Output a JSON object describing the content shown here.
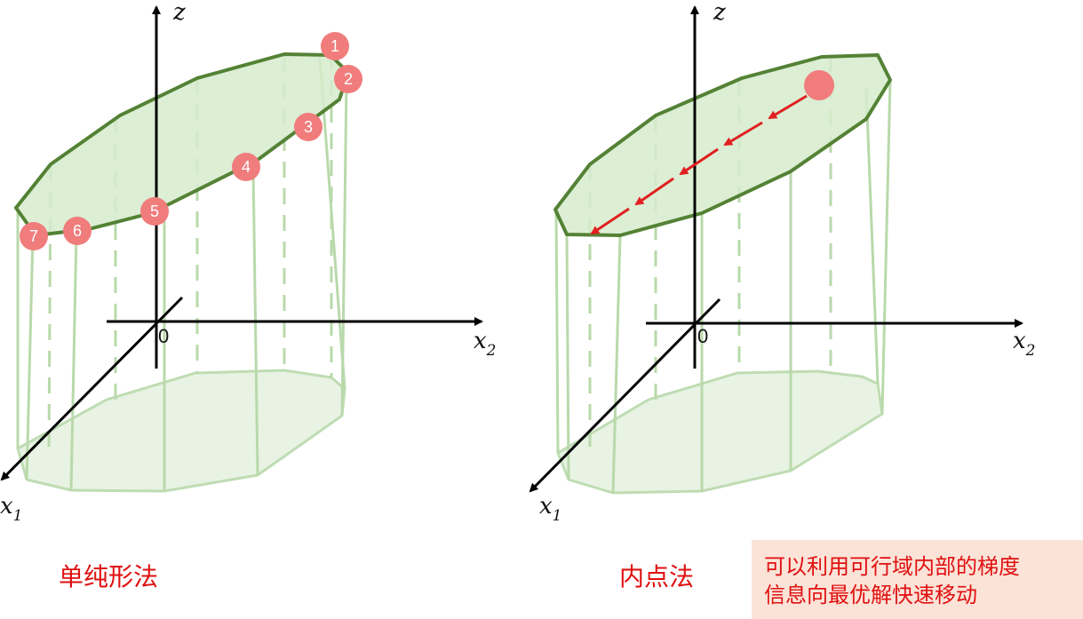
{
  "left_panel": {
    "axes": {
      "z": "z",
      "x1": "x",
      "x1_sub": "1",
      "x2": "x",
      "x2_sub": "2",
      "origin": "0"
    },
    "markers": [
      "1",
      "2",
      "3",
      "4",
      "5",
      "6",
      "7"
    ],
    "caption": "单纯形法"
  },
  "right_panel": {
    "axes": {
      "z": "z",
      "x1": "x",
      "x1_sub": "1",
      "x2": "x",
      "x2_sub": "2",
      "origin": "0"
    },
    "caption": "内点法"
  },
  "note": {
    "line1": "可以利用可行域内部的梯度",
    "line2": "信息向最优解快速移动"
  },
  "colors": {
    "polygon_fill": "#d6ebcd",
    "polygon_stroke": "#548235",
    "marker": "#f07c7c",
    "arrow": "#e02020",
    "text_red": "#e01010"
  }
}
